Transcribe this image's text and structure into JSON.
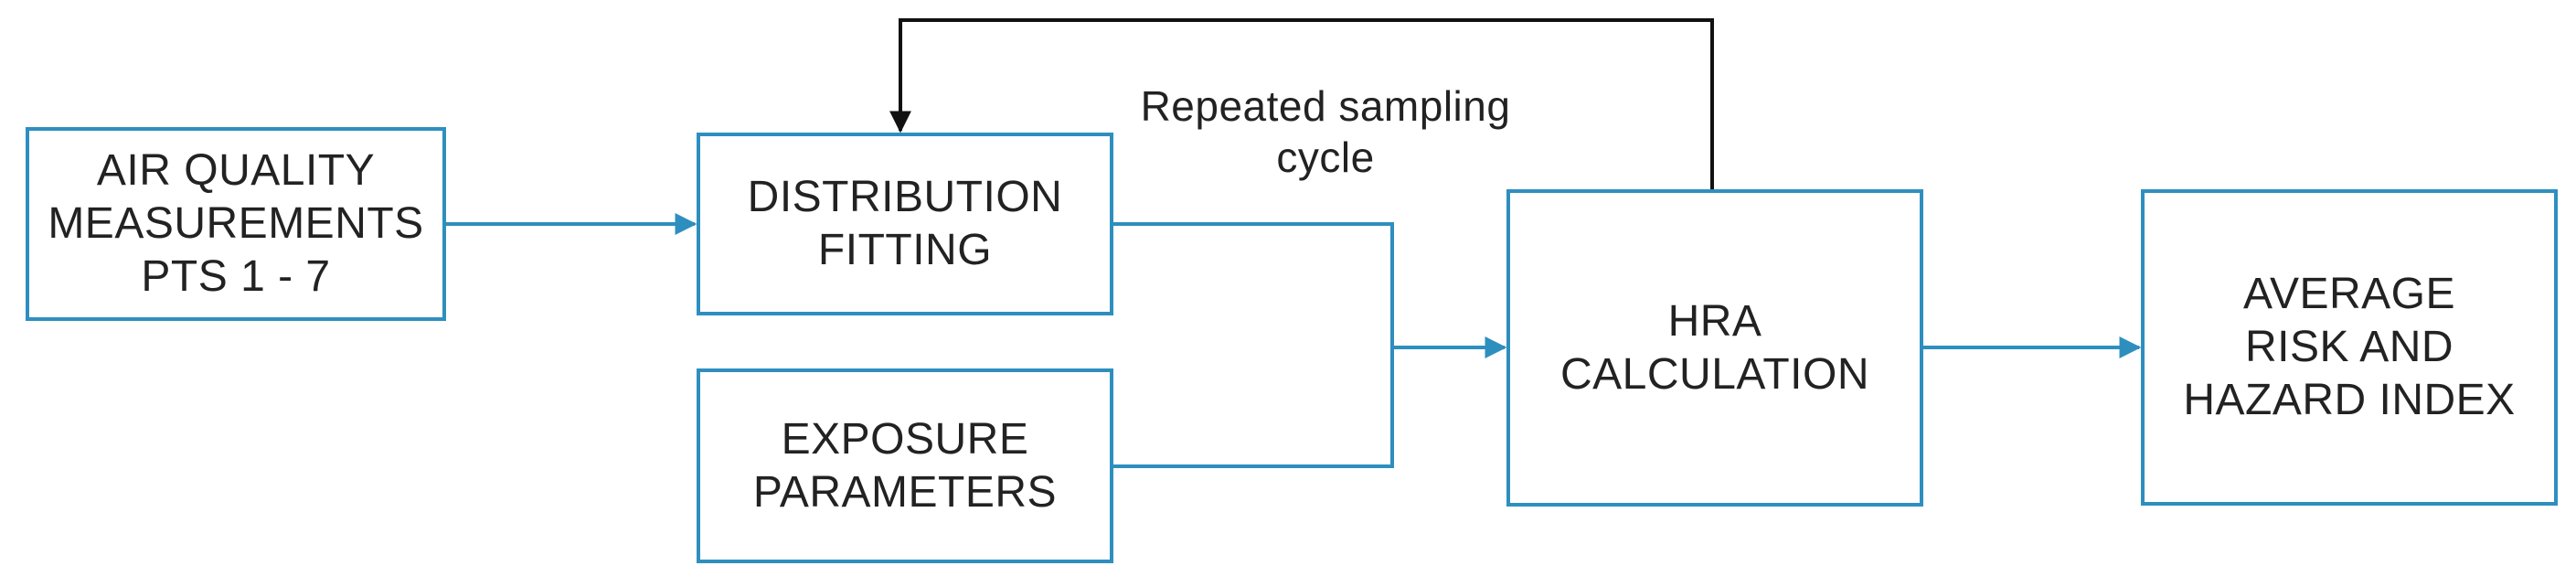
{
  "diagram": {
    "nodes": {
      "air_quality": "AIR QUALITY\nMEASUREMENTS\nPTS 1 - 7",
      "distribution_fitting": "DISTRIBUTION\nFITTING",
      "exposure_parameters": "EXPOSURE\nPARAMETERS",
      "hra_calculation": "HRA\nCALCULATION",
      "average_risk": "AVERAGE\nRISK AND\nHAZARD INDEX"
    },
    "loop_label": "Repeated sampling\ncycle",
    "colors": {
      "box_border": "#2e8fbf",
      "connector": "#2e8fbf",
      "feedback_arrow": "#111111",
      "text": "#222222"
    }
  }
}
